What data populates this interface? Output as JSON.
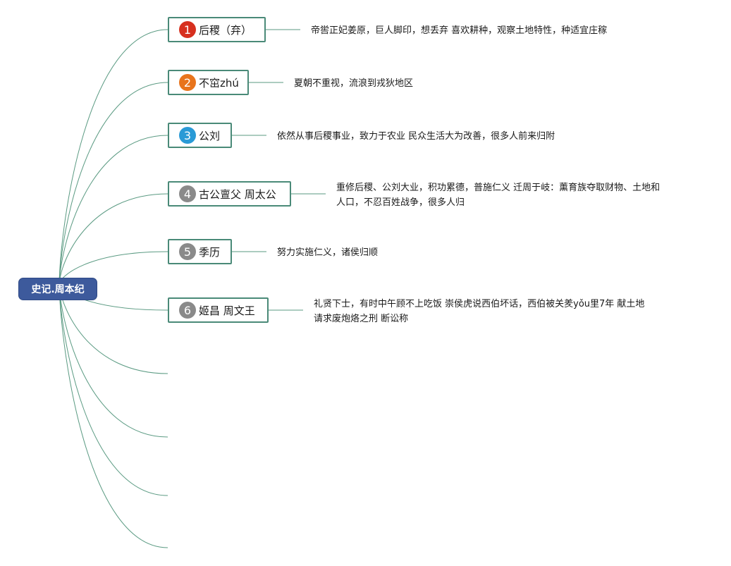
{
  "root": {
    "label": "史记.周本纪"
  },
  "colors": {
    "link": "#5a9a82",
    "node_border": "#4a8a78",
    "root_fill": "#3d5a9c",
    "badge_red": "#d7301f",
    "badge_orange": "#e8741c",
    "badge_blue": "#2a9ad6",
    "badge_gray": "#8a8a8a"
  },
  "branches": [
    {
      "number": "1",
      "badge_color": "#d7301f",
      "label": "后稷（弃）",
      "desc_lines": [
        "帝喾正妃姜原，巨人脚印，想丢弃 喜欢耕种，观察土地特性，种适宜庄稼"
      ]
    },
    {
      "number": "2",
      "badge_color": "#e8741c",
      "label": "不窋zhú",
      "desc_lines": [
        "夏朝不重视，流浪到戎狄地区"
      ]
    },
    {
      "number": "3",
      "badge_color": "#2a9ad6",
      "label": "公刘",
      "desc_lines": [
        "依然从事后稷事业，致力于农业 民众生活大为改善，很多人前来归附"
      ]
    },
    {
      "number": "4",
      "badge_color": "#8a8a8a",
      "label": "古公亶父 周太公",
      "desc_lines": [
        "重修后稷、公刘大业，积功累德，普施仁义 迁周于岐：薰育族夺取财物、土地和",
        "人口，不忍百姓战争，很多人归"
      ]
    },
    {
      "number": "5",
      "badge_color": "#8a8a8a",
      "label": "季历",
      "desc_lines": [
        "努力实施仁义，诸侯归顺"
      ]
    },
    {
      "number": "6",
      "badge_color": "#8a8a8a",
      "label": "姬昌 周文王",
      "desc_lines": [
        "礼贤下士，有时中午顾不上吃饭 崇侯虎说西伯坏话，西伯被关羑yǒu里7年 献土地",
        "请求废炮烙之刑 断讼称"
      ]
    }
  ]
}
